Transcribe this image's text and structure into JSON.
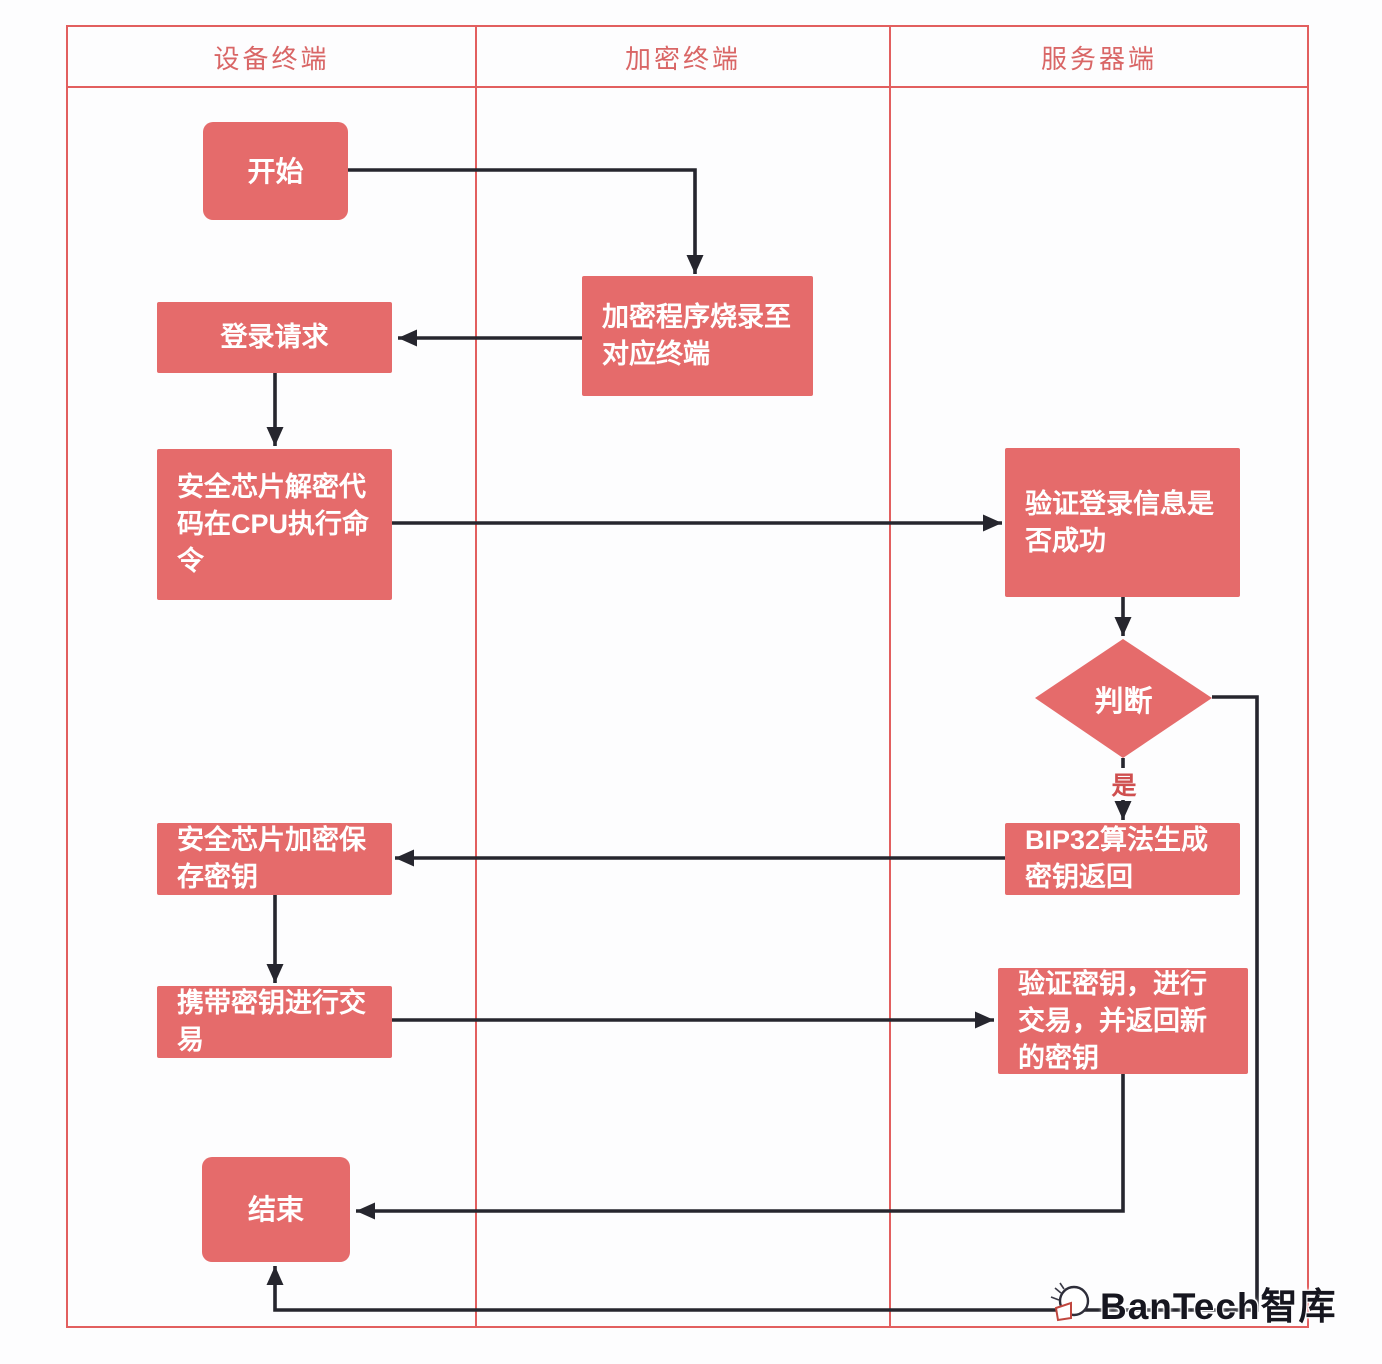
{
  "lanes": [
    {
      "label": "设备终端"
    },
    {
      "label": "加密终端"
    },
    {
      "label": "服务器端"
    }
  ],
  "nodes": {
    "start": {
      "label": "开始"
    },
    "login_request": {
      "label": "登录请求"
    },
    "chip_decrypt": {
      "label": "安全芯片解密代码在CPU执行命令"
    },
    "chip_encrypt_save": {
      "label": "安全芯片加密保存密钥"
    },
    "carry_key_trade": {
      "label": "携带密钥进行交易"
    },
    "end": {
      "label": "结束"
    },
    "burn_program": {
      "label": "加密程序烧录至对应终端"
    },
    "verify_login": {
      "label": "验证登录信息是否成功"
    },
    "judge": {
      "label": "判断"
    },
    "bip32_generate": {
      "label": "BIP32算法生成密钥返回"
    },
    "verify_key_trade": {
      "label": "验证密钥，进行交易，并返回新的密钥"
    }
  },
  "edge_labels": {
    "yes": "是"
  },
  "watermark": {
    "text": "BanTech智库"
  },
  "colors": {
    "node_fill": "#e56b6b",
    "lane_line": "#e25f5f",
    "arrow": "#26262e",
    "header_text": "#d96666",
    "yes_label": "#cf4f4f",
    "watermark_text": "#16161f"
  }
}
